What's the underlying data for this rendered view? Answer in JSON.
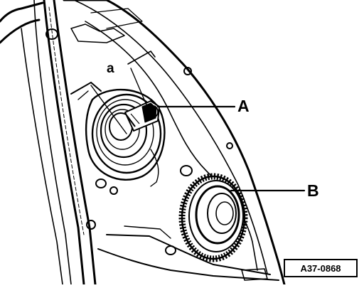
{
  "diagram": {
    "callouts": {
      "dimension_label": "a",
      "part_a_label": "A",
      "part_b_label": "B"
    },
    "reference_code": "A37-0868"
  }
}
